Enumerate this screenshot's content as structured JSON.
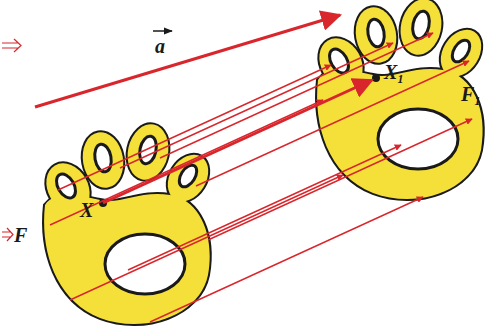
{
  "diagram": {
    "labels": [
      "a",
      "X",
      "X₁",
      "F",
      "F₁"
    ]
  }
}
